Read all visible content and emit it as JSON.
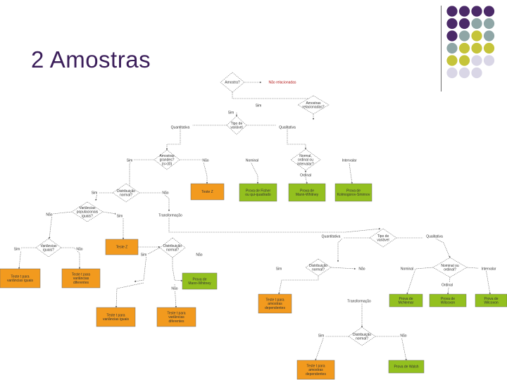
{
  "slide": {
    "title": "2 Amostras"
  },
  "colors": {
    "title": "#3b1e5a",
    "purple_dot": "#4b2a68",
    "teal_dot": "#8fa6a6",
    "olive_dot": "#c5c43a",
    "lilac_dot": "#d9d6e6",
    "orange_box": "#f29a1e",
    "green_box": "#93c01f"
  },
  "decoration": {
    "dot_rows": [
      [
        "purple",
        "purple",
        "purple",
        "purple"
      ],
      [
        "purple",
        "purple",
        "teal",
        "teal"
      ],
      [
        "purple",
        "teal",
        "olive",
        "teal"
      ],
      [
        "teal",
        "olive",
        "olive",
        "olive"
      ],
      [
        "olive",
        "olive",
        "lilac",
        "lilac"
      ],
      [
        "lilac",
        "lilac",
        "lilac",
        ""
      ]
    ]
  },
  "flowchart": {
    "diamonds": {
      "d_amostra": "Amostra?",
      "d_amostras_relacionadas": "Amostras relacionadas?",
      "d_tipo_variavel_top": "Tipo de variável",
      "d_amostras_n30": "Amostras grandes? (n>30)",
      "d_normal_ordinal": "Normal, ordinal ou intervalar?",
      "d_distribuicao_normal": "Distribuição normal?",
      "d_variancias_iguais": "Variâncias populacionais iguais?",
      "d_variancias_iguais_2": "Variâncias iguais?",
      "d_distribuicao_normal_2": "Distribuição normal?",
      "d_tipo_variavel_right": "Tipo de variável",
      "d_distribuicao_normal_3": "Distribuição normal?",
      "d_nominal_ordinal": "Nominal ou ordinal?",
      "d_distribuicao_normal_4": "Distribuição normal?"
    },
    "orange_boxes": {
      "o_teste_z": "Teste Z",
      "o_teste_z2": "Teste Z",
      "o_t_iguais": "Teste t para variâncias iguais",
      "o_t_diferentes": "Teste t para variâncias diferentes",
      "o_t_var_iguais_2": "Teste t para variâncias iguais",
      "o_t_var_dif_2": "Teste t para variâncias diferentes",
      "o_t_dep": "Teste t para amostras dependentes",
      "o_t_dep_2": "Teste t para amostras dependentes"
    },
    "green_boxes": {
      "g_fisher": "Prova de Fisher ou qui-quadrado",
      "g_mann": "Prova de Mann-Whitney",
      "g_kolmo": "Prova de Kolmogorov-Smirnov",
      "g_mann_2": "Prova de Mann-Whitney",
      "g_mcnemar": "Prova de McNemar",
      "g_wilcoxon": "Prova de Wilcoxon",
      "g_wilcoxon_2": "Prova de Wilcoxon",
      "g_walsh": "Prova de Walsh"
    },
    "plain_labels": {
      "l_nao_relacionadas": "Não relacionadas",
      "l_sim_1": "Sim",
      "l_sim_2": "Sim",
      "l_quantitativa": "Quantitativa",
      "l_qualitativa": "Qualitativa",
      "l_sim_3": "Sim",
      "l_nao_1": "Não",
      "l_nominal": "Nominal",
      "l_intervalar": "Intervalar",
      "l_ordinal": "Ordinal",
      "l_sim_4": "Sim",
      "l_nao_2": "Não",
      "l_transformacao": "Transformação",
      "l_nao_3": "Não",
      "l_sim_5": "Sim",
      "l_sim_6": "Sim",
      "l_nao_4": "Não",
      "l_sim_7": "Sim",
      "l_nao_5": "Não",
      "l_nao_6": "Não",
      "l_quantitativa_2": "Quantitativa",
      "l_qualitativa_2": "Qualitativa",
      "l_sim_8": "Sim",
      "l_nao_7": "Não",
      "l_nominal_2": "Nominal",
      "l_intervalar_2": "Intervalar",
      "l_ordinal_2": "Ordinal",
      "l_transformacao_2": "Transformação",
      "l_sim_9": "Sim",
      "l_nao_8": "Não"
    }
  }
}
